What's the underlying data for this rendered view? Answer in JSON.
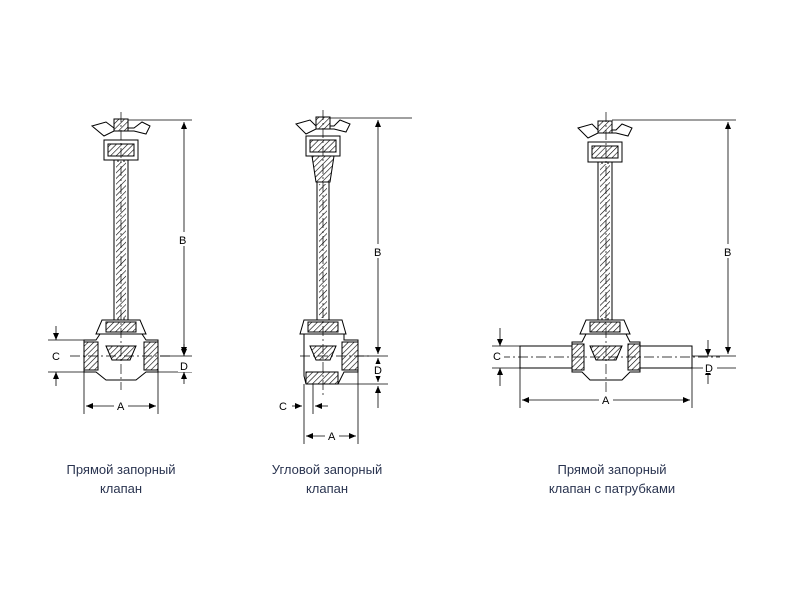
{
  "dimension_labels": {
    "a": "A",
    "b": "B",
    "c": "C",
    "d": "D"
  },
  "captions": [
    {
      "line1": "Прямой запорный",
      "line2": "клапан"
    },
    {
      "line1": "Угловой запорный",
      "line2": "клапан"
    },
    {
      "line1": "Прямой запорный",
      "line2": "клапан с патрубками"
    }
  ],
  "colors": {
    "stroke": "#000000",
    "caption": "#2a3450",
    "background": "#ffffff"
  }
}
